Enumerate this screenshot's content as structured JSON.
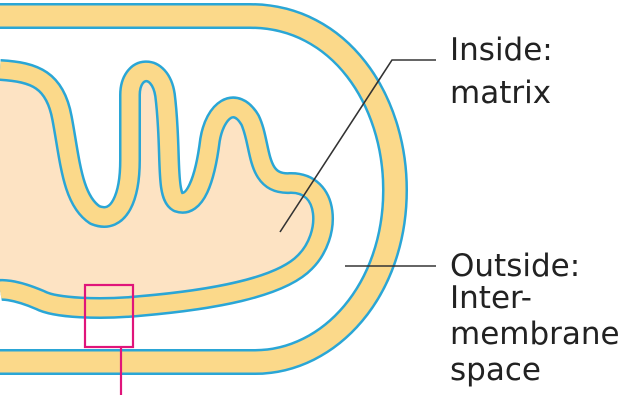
{
  "labels": {
    "inside_line1": "Inside:",
    "inside_line2": "matrix",
    "outside_line1": "Outside:",
    "outside_line2": "Inter-",
    "outside_line3": "membrane",
    "outside_line4": "space"
  },
  "colors": {
    "membrane_fill": "#fbd98a",
    "membrane_edge": "#2aa6d6",
    "matrix_fill": "#fde3c3",
    "intermembrane_space": "#ffffff",
    "leader_line": "#333333",
    "highlight_box": "#e0157a"
  }
}
